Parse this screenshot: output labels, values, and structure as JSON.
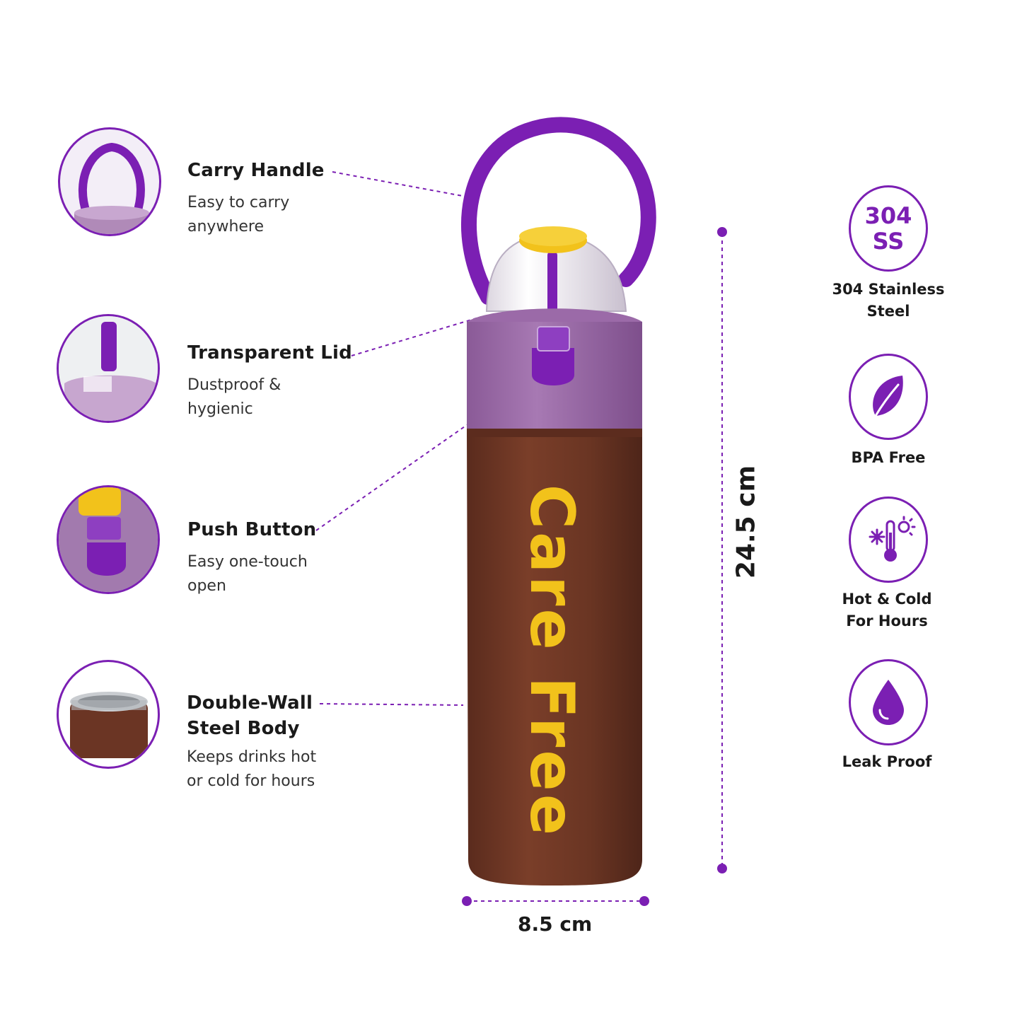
{
  "features": [
    {
      "title": "Carry Handle",
      "desc": "Easy to carry anywhere"
    },
    {
      "title": "Transparent Lid",
      "desc": "Dustproof & hygienic"
    },
    {
      "title": "Push Button",
      "desc": "Easy one-touch open"
    },
    {
      "title": "Double-Wall Steel Body",
      "desc": "Keeps drinks hot or cold for hours"
    }
  ],
  "badges": [
    {
      "icon": "steel-304-icon",
      "icon_text_1": "304",
      "icon_text_2": "SS",
      "label": "304 Stainless Steel"
    },
    {
      "icon": "leaf-icon",
      "label": "BPA Free"
    },
    {
      "icon": "thermometer-snowflake-sun-icon",
      "label": "Hot & Cold For Hours"
    },
    {
      "icon": "water-drop-icon",
      "label": "Leak Proof"
    }
  ],
  "product": {
    "brand_text": "Care Free"
  },
  "dimensions": {
    "height": "24.5 cm",
    "width": "8.5 cm"
  },
  "colors": {
    "accent": "#7b1fb3",
    "body": "#6b3524",
    "lid": "#9b6aa8",
    "button": "#f2c21b"
  }
}
